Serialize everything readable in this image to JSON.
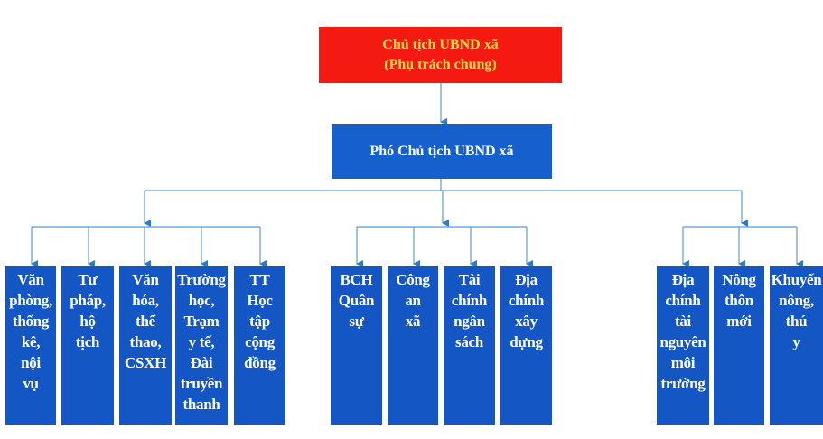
{
  "top_box": {
    "line1": "Chủ tịch UBND xã",
    "line2": "(Phụ trách chung)"
  },
  "vice_box": {
    "label": "Phó Chủ tịch UBND xã"
  },
  "groups": [
    {
      "units": [
        "Văn\nphòng,\nthống\nkê,\nnội\nvụ",
        "Tư\npháp,\nhộ\ntịch",
        "Văn\nhóa,\nthể\nthao,\nCSXH",
        "Trường\nhọc,\nTrạm\ny tế,\nĐài\ntruyền\nthanh",
        "TT\nHọc\ntập\ncộng\nđồng"
      ]
    },
    {
      "units": [
        "BCH\nQuân\nsự",
        "Công\nan\nxã",
        "Tài\nchính\nngân\nsách",
        "Địa\nchính\nxây\ndựng"
      ]
    },
    {
      "units": [
        "Địa\nchính\ntài\nnguyên\nmôi\ntrường",
        "Nông\nthôn\nmới",
        "Khuyến\nnông,\nthú\ny"
      ]
    }
  ],
  "colors": {
    "top": "#f41a12",
    "top_text": "#f3e04a",
    "boxes": "#1356c4",
    "lines": "#5b9bd5"
  }
}
